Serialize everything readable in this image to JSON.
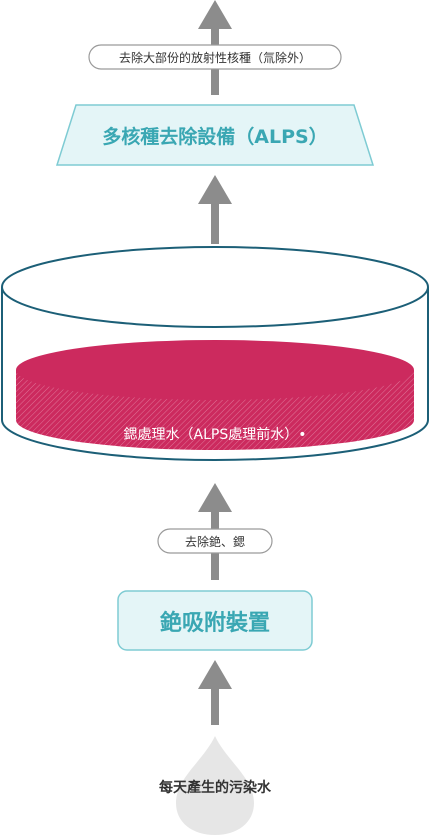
{
  "top_pill": {
    "label": "去除大部份的放射性核種（氚除外）"
  },
  "alps_box": {
    "label": "多核種去除設備（ALPS）"
  },
  "tank": {
    "label": "鍶處理水（ALPS處理前水）•"
  },
  "middle_pill": {
    "label": "去除銫、鍶"
  },
  "cesium_box": {
    "label": "銫吸附裝置"
  },
  "source": {
    "label": "每天產生的污染水"
  },
  "colors": {
    "arrow": "#8c8c8c",
    "box_fill": "#e4f5f7",
    "box_stroke": "#7ecbd3",
    "box_text": "#3aa7b3",
    "tank_stroke": "#1c5f77",
    "liquid": "#cc2a5e",
    "drop": "#e6e6e6"
  }
}
